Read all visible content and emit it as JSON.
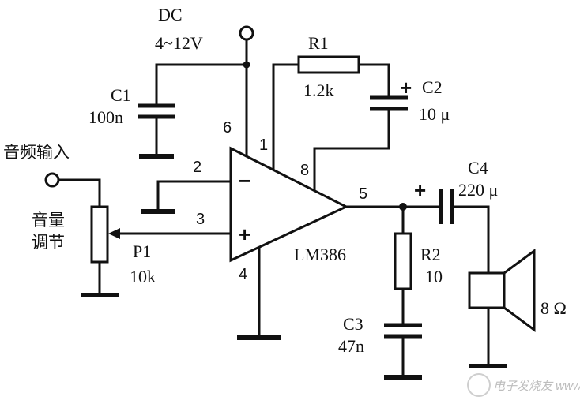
{
  "supply": {
    "name": "DC",
    "voltage": "4~12V"
  },
  "components": {
    "c1": {
      "name": "C1",
      "value": "100n"
    },
    "r1": {
      "name": "R1",
      "value": "1.2k"
    },
    "c2": {
      "name": "C2",
      "value": "10 μ"
    },
    "c4": {
      "name": "C4",
      "value": "220 μ"
    },
    "p1": {
      "name": "P1",
      "value": "10k"
    },
    "r2": {
      "name": "R2",
      "value": "10"
    },
    "c3": {
      "name": "C3",
      "value": "47n"
    },
    "speaker": {
      "value": "8 Ω"
    },
    "ic": {
      "name": "LM386"
    }
  },
  "pins": {
    "p1": "1",
    "p2": "2",
    "p3": "3",
    "p4": "4",
    "p5": "5",
    "p6": "6",
    "p8": "8"
  },
  "opamp_signs": {
    "minus": "−",
    "plus": "+"
  },
  "polarity": {
    "c2": "+",
    "c4": "+"
  },
  "input_label": "音频输入",
  "volume_label_1": "音量",
  "volume_label_2": "调节",
  "watermark": "电子发烧友 www.elecfans.com"
}
